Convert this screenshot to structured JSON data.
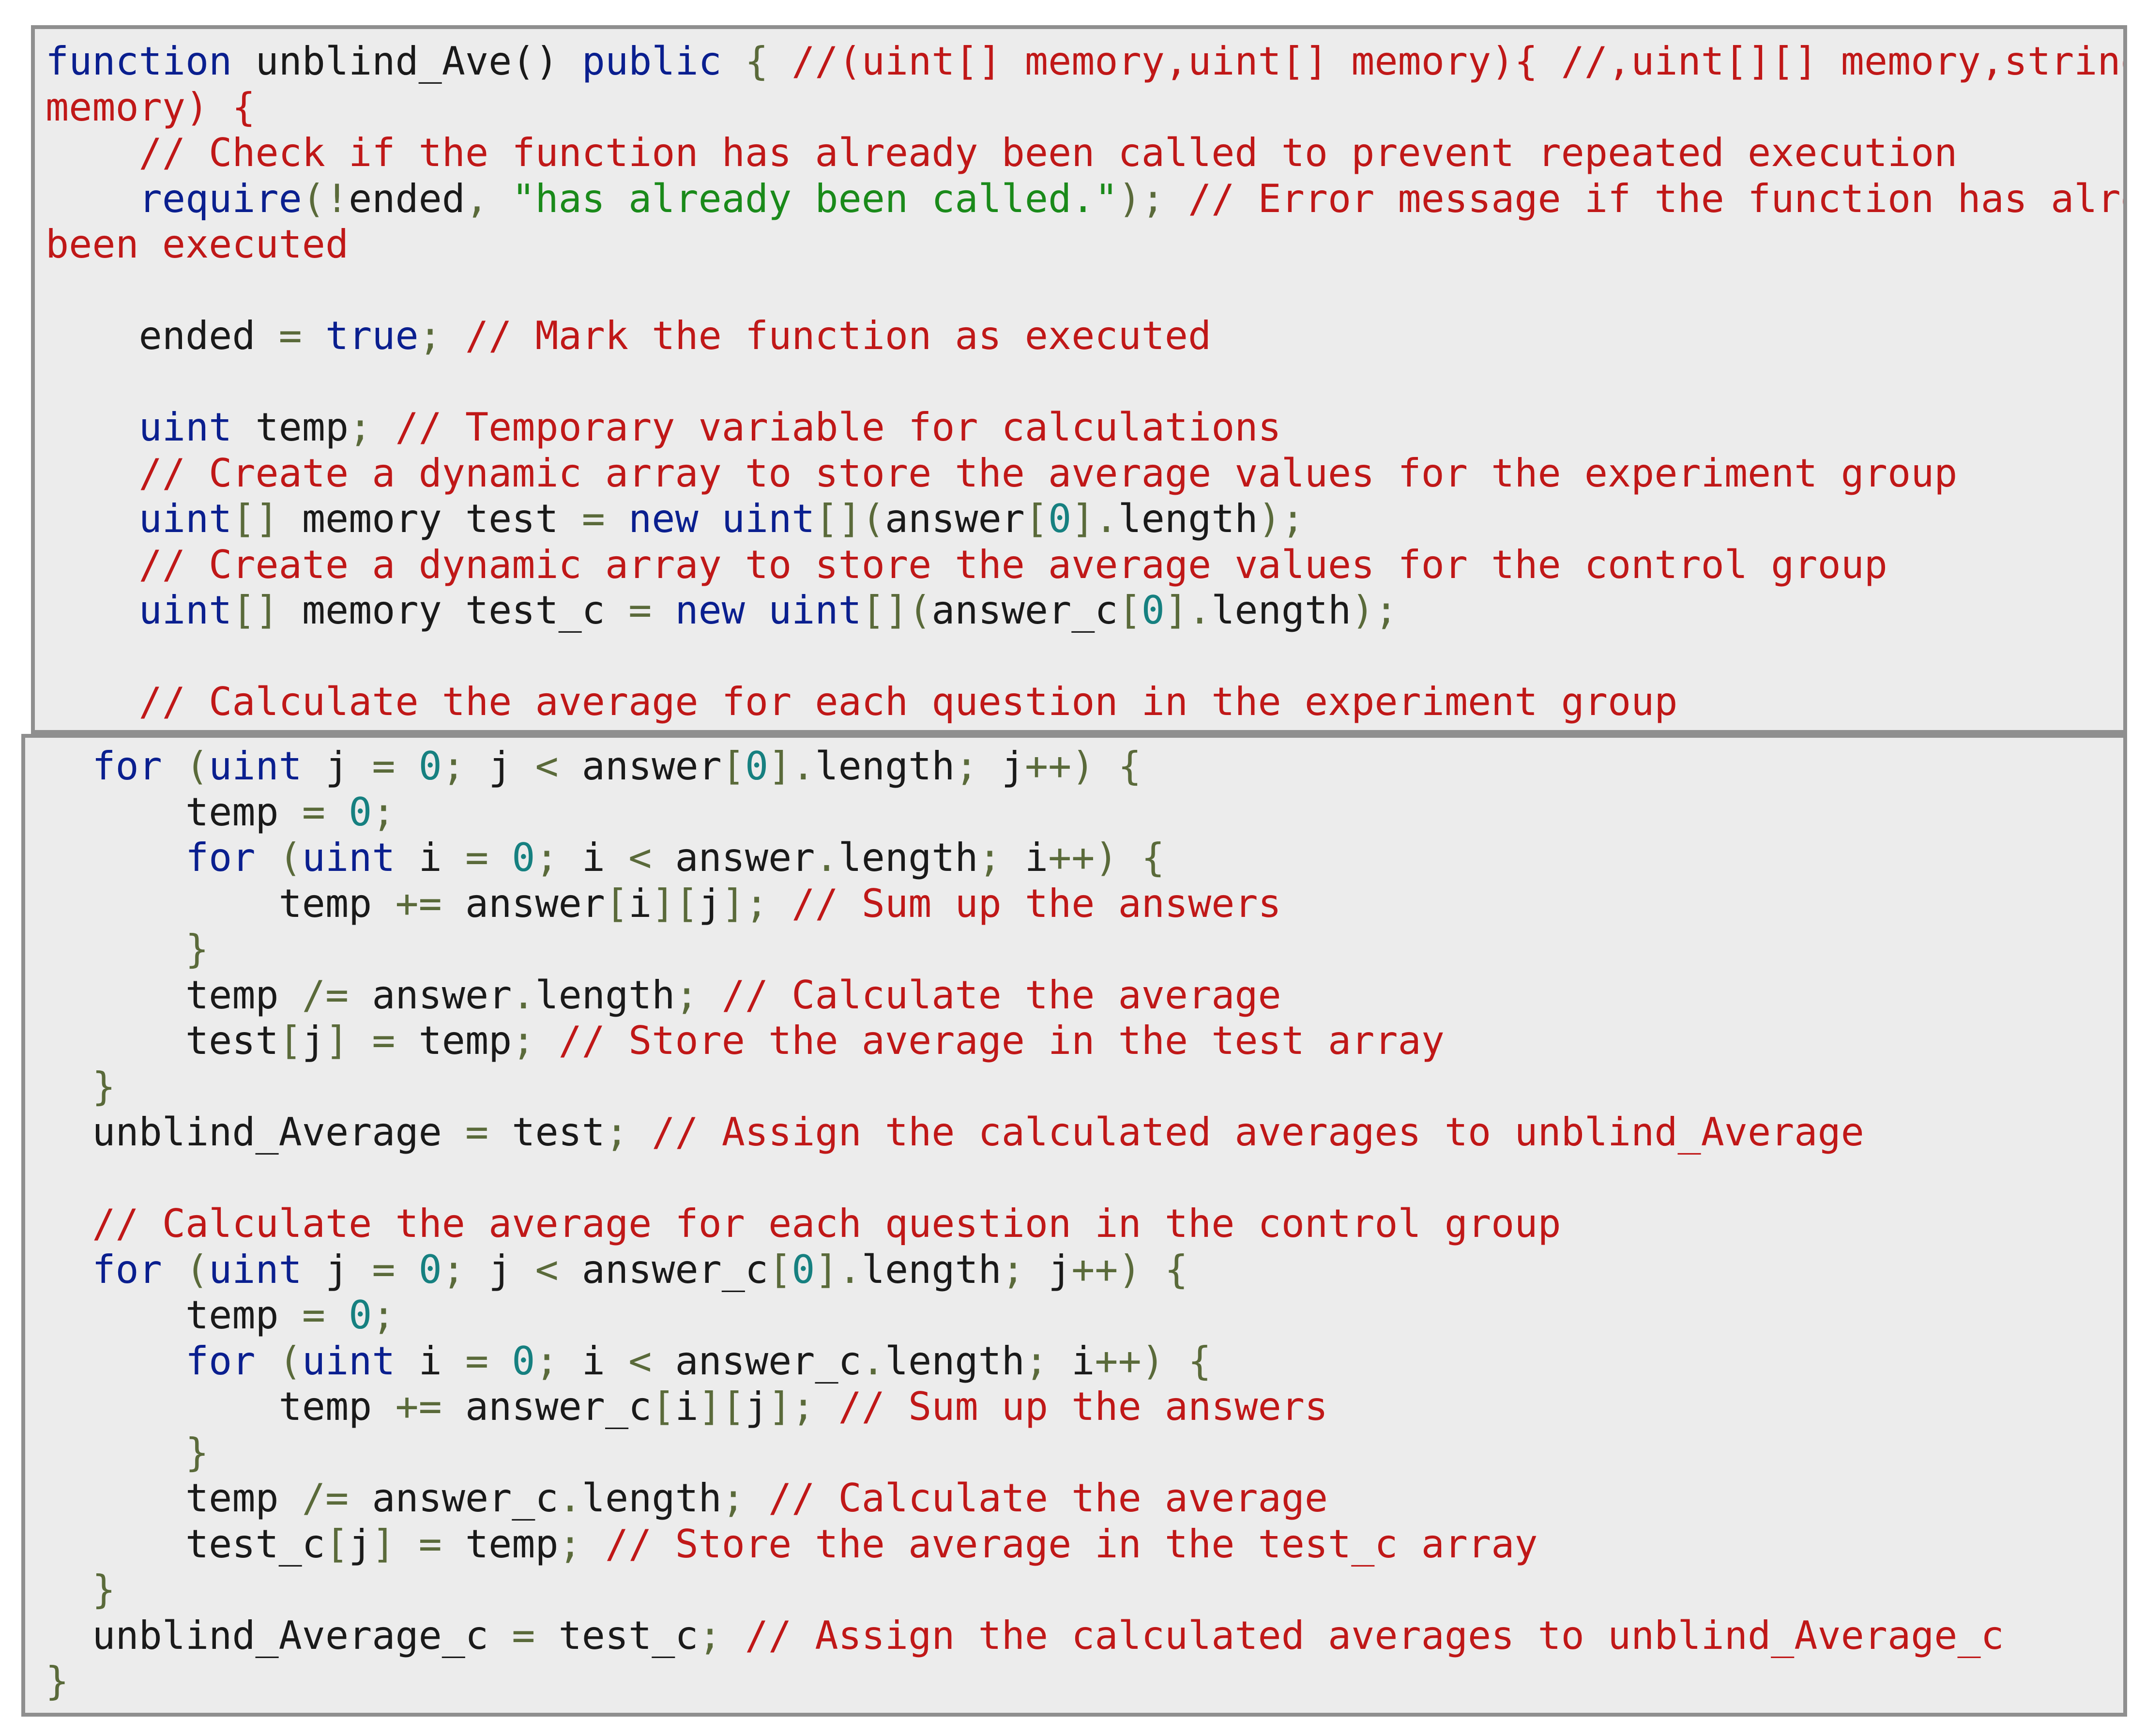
{
  "code_top": [
    [
      [
        "kw",
        "function"
      ],
      [
        "id",
        " unblind_Ave() "
      ],
      [
        "kw",
        "public"
      ],
      [
        "pu",
        " { "
      ],
      [
        "cm",
        "//(uint[] memory,uint[] memory){ //,uint[][] memory,string[][]"
      ]
    ],
    [
      [
        "cm",
        "memory) {"
      ]
    ],
    [
      [
        "id",
        "    "
      ],
      [
        "cm",
        "// Check if the function has already been called to prevent repeated execution"
      ]
    ],
    [
      [
        "id",
        "    "
      ],
      [
        "kw",
        "require"
      ],
      [
        "pu",
        "(!"
      ],
      [
        "id",
        "ended"
      ],
      [
        "pu",
        ", "
      ],
      [
        "st",
        "\"has already been called.\""
      ],
      [
        "pu",
        "); "
      ],
      [
        "cm",
        "// Error message if the function has already"
      ]
    ],
    [
      [
        "cm",
        "been executed"
      ]
    ],
    [
      [
        "id",
        ""
      ]
    ],
    [
      [
        "id",
        "    ended "
      ],
      [
        "pu",
        "= "
      ],
      [
        "kw",
        "true"
      ],
      [
        "pu",
        "; "
      ],
      [
        "cm",
        "// Mark the function as executed"
      ]
    ],
    [
      [
        "id",
        ""
      ]
    ],
    [
      [
        "id",
        "    "
      ],
      [
        "kw",
        "uint"
      ],
      [
        "id",
        " temp"
      ],
      [
        "pu",
        "; "
      ],
      [
        "cm",
        "// Temporary variable for calculations"
      ]
    ],
    [
      [
        "id",
        "    "
      ],
      [
        "cm",
        "// Create a dynamic array to store the average values for the experiment group"
      ]
    ],
    [
      [
        "id",
        "    "
      ],
      [
        "kw",
        "uint"
      ],
      [
        "pu",
        "[] "
      ],
      [
        "id",
        "memory test "
      ],
      [
        "pu",
        "= "
      ],
      [
        "kw",
        "new uint"
      ],
      [
        "pu",
        "[]("
      ],
      [
        "id",
        "answer"
      ],
      [
        "pu",
        "["
      ],
      [
        "nm",
        "0"
      ],
      [
        "pu",
        "]."
      ],
      [
        "id",
        "length"
      ],
      [
        "pu",
        ");"
      ]
    ],
    [
      [
        "id",
        "    "
      ],
      [
        "cm",
        "// Create a dynamic array to store the average values for the control group"
      ]
    ],
    [
      [
        "id",
        "    "
      ],
      [
        "kw",
        "uint"
      ],
      [
        "pu",
        "[] "
      ],
      [
        "id",
        "memory test_c "
      ],
      [
        "pu",
        "= "
      ],
      [
        "kw",
        "new uint"
      ],
      [
        "pu",
        "[]("
      ],
      [
        "id",
        "answer_c"
      ],
      [
        "pu",
        "["
      ],
      [
        "nm",
        "0"
      ],
      [
        "pu",
        "]."
      ],
      [
        "id",
        "length"
      ],
      [
        "pu",
        ");"
      ]
    ],
    [
      [
        "id",
        ""
      ]
    ],
    [
      [
        "id",
        "    "
      ],
      [
        "cm",
        "// Calculate the average for each question in the experiment group"
      ]
    ]
  ],
  "code_bottom": [
    [
      [
        "id",
        "  "
      ],
      [
        "kw",
        "for"
      ],
      [
        "pu",
        " ("
      ],
      [
        "kw",
        "uint"
      ],
      [
        "id",
        " j "
      ],
      [
        "pu",
        "= "
      ],
      [
        "nm",
        "0"
      ],
      [
        "pu",
        "; "
      ],
      [
        "id",
        "j "
      ],
      [
        "pu",
        "< "
      ],
      [
        "id",
        "answer"
      ],
      [
        "pu",
        "["
      ],
      [
        "nm",
        "0"
      ],
      [
        "pu",
        "]."
      ],
      [
        "id",
        "length"
      ],
      [
        "pu",
        "; "
      ],
      [
        "id",
        "j"
      ],
      [
        "pu",
        "++) {"
      ]
    ],
    [
      [
        "id",
        "      temp "
      ],
      [
        "pu",
        "= "
      ],
      [
        "nm",
        "0"
      ],
      [
        "pu",
        ";"
      ]
    ],
    [
      [
        "id",
        "      "
      ],
      [
        "kw",
        "for"
      ],
      [
        "pu",
        " ("
      ],
      [
        "kw",
        "uint"
      ],
      [
        "id",
        " i "
      ],
      [
        "pu",
        "= "
      ],
      [
        "nm",
        "0"
      ],
      [
        "pu",
        "; "
      ],
      [
        "id",
        "i "
      ],
      [
        "pu",
        "< "
      ],
      [
        "id",
        "answer"
      ],
      [
        "pu",
        "."
      ],
      [
        "id",
        "length"
      ],
      [
        "pu",
        "; "
      ],
      [
        "id",
        "i"
      ],
      [
        "pu",
        "++) {"
      ]
    ],
    [
      [
        "id",
        "          temp "
      ],
      [
        "pu",
        "+= "
      ],
      [
        "id",
        "answer"
      ],
      [
        "pu",
        "["
      ],
      [
        "id",
        "i"
      ],
      [
        "pu",
        "]["
      ],
      [
        "id",
        "j"
      ],
      [
        "pu",
        "]; "
      ],
      [
        "cm",
        "// Sum up the answers"
      ]
    ],
    [
      [
        "id",
        "      "
      ],
      [
        "pu",
        "}"
      ]
    ],
    [
      [
        "id",
        "      temp "
      ],
      [
        "pu",
        "/= "
      ],
      [
        "id",
        "answer"
      ],
      [
        "pu",
        "."
      ],
      [
        "id",
        "length"
      ],
      [
        "pu",
        "; "
      ],
      [
        "cm",
        "// Calculate the average"
      ]
    ],
    [
      [
        "id",
        "      test"
      ],
      [
        "pu",
        "["
      ],
      [
        "id",
        "j"
      ],
      [
        "pu",
        "] = "
      ],
      [
        "id",
        "temp"
      ],
      [
        "pu",
        "; "
      ],
      [
        "cm",
        "// Store the average in the test array"
      ]
    ],
    [
      [
        "id",
        "  "
      ],
      [
        "pu",
        "}"
      ]
    ],
    [
      [
        "id",
        "  unblind_Average "
      ],
      [
        "pu",
        "= "
      ],
      [
        "id",
        "test"
      ],
      [
        "pu",
        "; "
      ],
      [
        "cm",
        "// Assign the calculated averages to unblind_Average"
      ]
    ],
    [
      [
        "id",
        ""
      ]
    ],
    [
      [
        "id",
        "  "
      ],
      [
        "cm",
        "// Calculate the average for each question in the control group"
      ]
    ],
    [
      [
        "id",
        "  "
      ],
      [
        "kw",
        "for"
      ],
      [
        "pu",
        " ("
      ],
      [
        "kw",
        "uint"
      ],
      [
        "id",
        " j "
      ],
      [
        "pu",
        "= "
      ],
      [
        "nm",
        "0"
      ],
      [
        "pu",
        "; "
      ],
      [
        "id",
        "j "
      ],
      [
        "pu",
        "< "
      ],
      [
        "id",
        "answer_c"
      ],
      [
        "pu",
        "["
      ],
      [
        "nm",
        "0"
      ],
      [
        "pu",
        "]."
      ],
      [
        "id",
        "length"
      ],
      [
        "pu",
        "; "
      ],
      [
        "id",
        "j"
      ],
      [
        "pu",
        "++) {"
      ]
    ],
    [
      [
        "id",
        "      temp "
      ],
      [
        "pu",
        "= "
      ],
      [
        "nm",
        "0"
      ],
      [
        "pu",
        ";"
      ]
    ],
    [
      [
        "id",
        "      "
      ],
      [
        "kw",
        "for"
      ],
      [
        "pu",
        " ("
      ],
      [
        "kw",
        "uint"
      ],
      [
        "id",
        " i "
      ],
      [
        "pu",
        "= "
      ],
      [
        "nm",
        "0"
      ],
      [
        "pu",
        "; "
      ],
      [
        "id",
        "i "
      ],
      [
        "pu",
        "< "
      ],
      [
        "id",
        "answer_c"
      ],
      [
        "pu",
        "."
      ],
      [
        "id",
        "length"
      ],
      [
        "pu",
        "; "
      ],
      [
        "id",
        "i"
      ],
      [
        "pu",
        "++) {"
      ]
    ],
    [
      [
        "id",
        "          temp "
      ],
      [
        "pu",
        "+= "
      ],
      [
        "id",
        "answer_c"
      ],
      [
        "pu",
        "["
      ],
      [
        "id",
        "i"
      ],
      [
        "pu",
        "]["
      ],
      [
        "id",
        "j"
      ],
      [
        "pu",
        "]; "
      ],
      [
        "cm",
        "// Sum up the answers"
      ]
    ],
    [
      [
        "id",
        "      "
      ],
      [
        "pu",
        "}"
      ]
    ],
    [
      [
        "id",
        "      temp "
      ],
      [
        "pu",
        "/= "
      ],
      [
        "id",
        "answer_c"
      ],
      [
        "pu",
        "."
      ],
      [
        "id",
        "length"
      ],
      [
        "pu",
        "; "
      ],
      [
        "cm",
        "// Calculate the average"
      ]
    ],
    [
      [
        "id",
        "      test_c"
      ],
      [
        "pu",
        "["
      ],
      [
        "id",
        "j"
      ],
      [
        "pu",
        "] = "
      ],
      [
        "id",
        "temp"
      ],
      [
        "pu",
        "; "
      ],
      [
        "cm",
        "// Store the average in the test_c array"
      ]
    ],
    [
      [
        "id",
        "  "
      ],
      [
        "pu",
        "}"
      ]
    ],
    [
      [
        "id",
        "  unblind_Average_c "
      ],
      [
        "pu",
        "= "
      ],
      [
        "id",
        "test_c"
      ],
      [
        "pu",
        "; "
      ],
      [
        "cm",
        "// Assign the calculated averages to unblind_Average_c"
      ]
    ],
    [
      [
        "pu",
        "}"
      ]
    ]
  ],
  "colors": {
    "keyword": "#0a1f8f",
    "comment": "#c01818",
    "string": "#1a8a1a",
    "number": "#168080",
    "punctuation": "#5a6a3a",
    "identifier": "#1a1a1a",
    "panel_background": "#ececec",
    "panel_border": "#8f8f8f"
  }
}
